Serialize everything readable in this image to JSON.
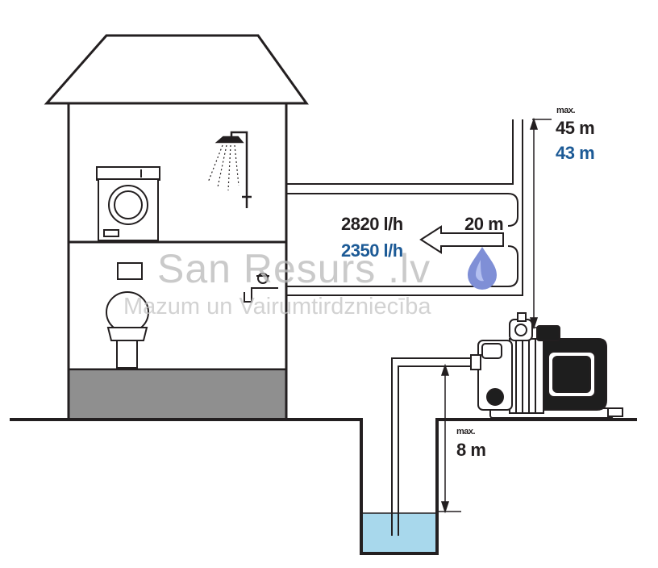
{
  "labels": {
    "max_head_prefix": "max.",
    "max_head_1": "45 m",
    "max_head_2": "43 m",
    "flow_1": "2820 l/h",
    "flow_2": "2350 l/h",
    "height_at_flow": "20 m",
    "max_suction_prefix": "max.",
    "max_suction": "8 m"
  },
  "watermark": {
    "title": "San Resurs .lv",
    "subtitle": "Mazum un Vairumtirdzniecība"
  },
  "colors": {
    "line": "#231f20",
    "accent_blue": "#1c5a96",
    "basement": "#8f8f8f",
    "water": "#a8d8ec",
    "drop": "#7f8fd6"
  }
}
